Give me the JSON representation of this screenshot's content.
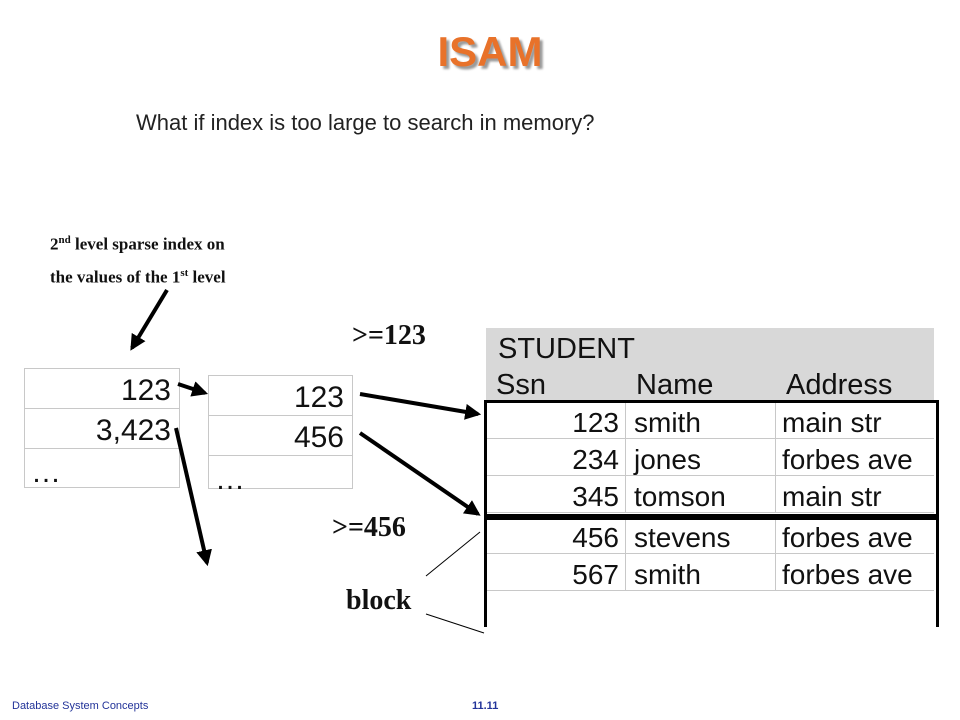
{
  "title": "ISAM",
  "subtitle": "What if index is too large to search in memory?",
  "annotation": {
    "line1_prefix": "2",
    "line1_sup": "nd",
    "line1_rest": " level sparse index on",
    "line2_prefix": "the values of the 1",
    "line2_sup": "st",
    "line2_rest": " level"
  },
  "labels": {
    "ge123": ">=123",
    "ge456": ">=456",
    "block": "block"
  },
  "second_level_index": [
    "123",
    "3,423",
    "…"
  ],
  "first_level_index": [
    "123",
    "456",
    "…"
  ],
  "table": {
    "name": "STUDENT",
    "columns": [
      "Ssn",
      "Name",
      "Address"
    ],
    "rows": [
      [
        "123",
        "smith",
        "main str"
      ],
      [
        "234",
        "jones",
        "forbes ave"
      ],
      [
        "345",
        "tomson",
        "main str"
      ],
      [
        "456",
        "stevens",
        "forbes ave"
      ],
      [
        "567",
        "smith",
        "forbes ave"
      ]
    ]
  },
  "footer": {
    "left": "Database  System Concepts",
    "right": "11.11"
  }
}
